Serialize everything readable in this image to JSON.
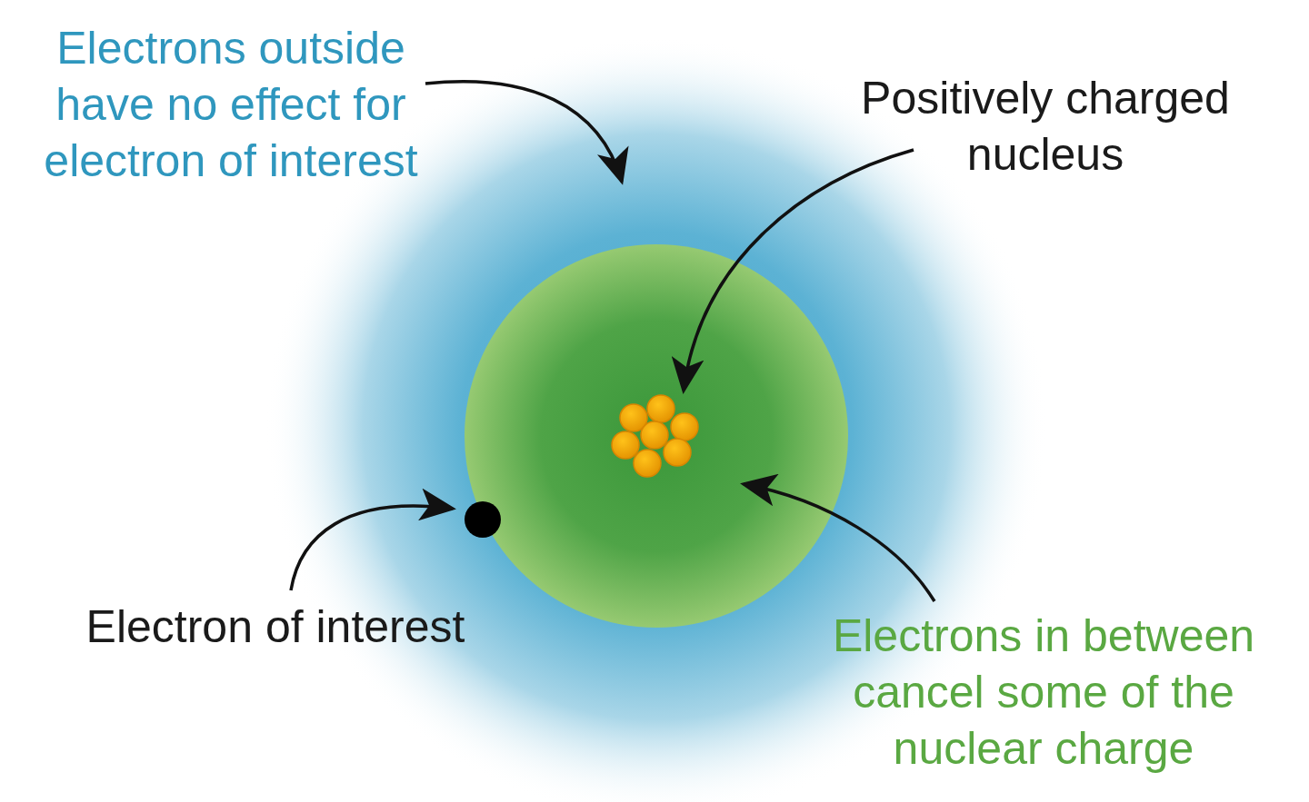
{
  "diagram": {
    "labels": [
      "Electrons outside have no effect for electron of interest",
      "Positively charged nucleus",
      "Electron of interest",
      "Electrons in between cancel some of the nuclear charge"
    ]
  }
}
